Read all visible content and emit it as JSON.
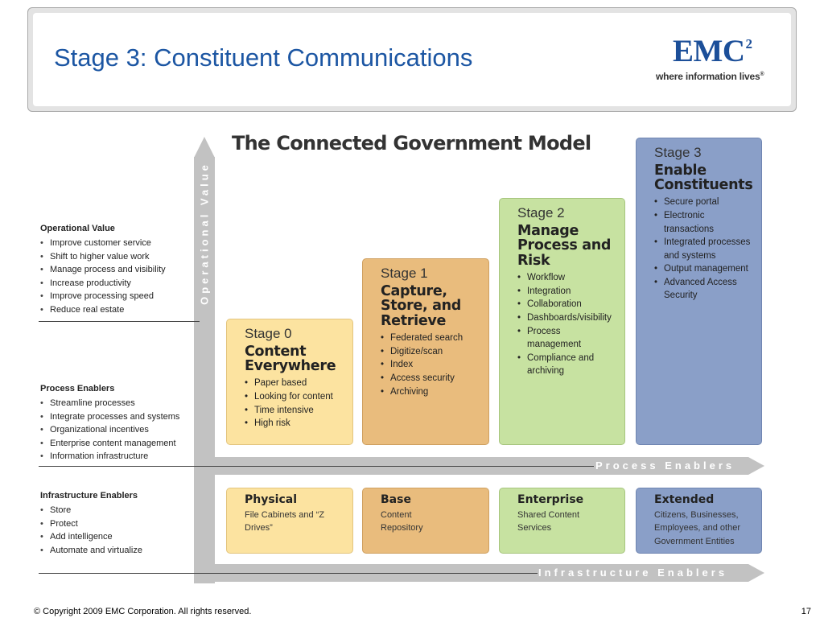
{
  "slide": {
    "title": "Stage 3: Constituent Communications",
    "logo": {
      "wordmark": "EMC",
      "superscript": "2",
      "tagline": "where information lives",
      "tagline_mark": "®"
    }
  },
  "diagram": {
    "title": "The Connected Government Model",
    "axes": {
      "vertical": "Operational Value",
      "process": "Process Enablers",
      "infrastructure": "Infrastructure Enablers"
    }
  },
  "left_panel": {
    "operational": {
      "heading": "Operational Value",
      "items": [
        "Improve customer service",
        "Shift to higher value work",
        "Manage process and visibility",
        "Increase productivity",
        "Improve processing speed",
        "Reduce real estate"
      ]
    },
    "process": {
      "heading": "Process Enablers",
      "items": [
        "Streamline processes",
        "Integrate processes and systems",
        "Organizational incentives",
        "Enterprise content management",
        "Information infrastructure"
      ]
    },
    "infrastructure": {
      "heading": "Infrastructure Enablers",
      "items": [
        "Store",
        "Protect",
        "Add intelligence",
        "Automate and virtualize"
      ]
    }
  },
  "stages": [
    {
      "num": "Stage 0",
      "name": "Content Everywhere",
      "items": [
        "Paper based",
        "Looking for content",
        "Time intensive",
        "High risk"
      ]
    },
    {
      "num": "Stage 1",
      "name": "Capture, Store, and Retrieve",
      "items": [
        "Federated search",
        "Digitize/scan",
        "Index",
        "Access security",
        "Archiving"
      ]
    },
    {
      "num": "Stage 2",
      "name": "Manage Process and Risk",
      "items": [
        "Workflow",
        "Integration",
        "Collaboration",
        "Dashboards/visibility",
        "Process management",
        "Compliance and archiving"
      ]
    },
    {
      "num": "Stage 3",
      "name": "Enable Constituents",
      "items": [
        "Secure portal",
        "Electronic transactions",
        "Integrated processes and systems",
        "Output management",
        "Advanced Access Security"
      ]
    }
  ],
  "infrastructure": [
    {
      "name": "Physical",
      "desc": "File Cabinets and “Z Drives”"
    },
    {
      "name": "Base",
      "desc": "Content Repository"
    },
    {
      "name": "Enterprise",
      "desc": "Shared Content Services"
    },
    {
      "name": "Extended",
      "desc": "Citizens, Businesses, Employees, and other Government Entities"
    }
  ],
  "footer": {
    "copyright": "© Copyright 2009 EMC Corporation. All rights reserved.",
    "page": "17"
  },
  "colors": {
    "title_blue": "#1c56a3",
    "stage0": "#fce3a0",
    "stage1": "#e9bc7d",
    "stage2": "#c7e2a1",
    "stage3": "#8a9fc8",
    "axis_gray": "#c2c2c2"
  }
}
